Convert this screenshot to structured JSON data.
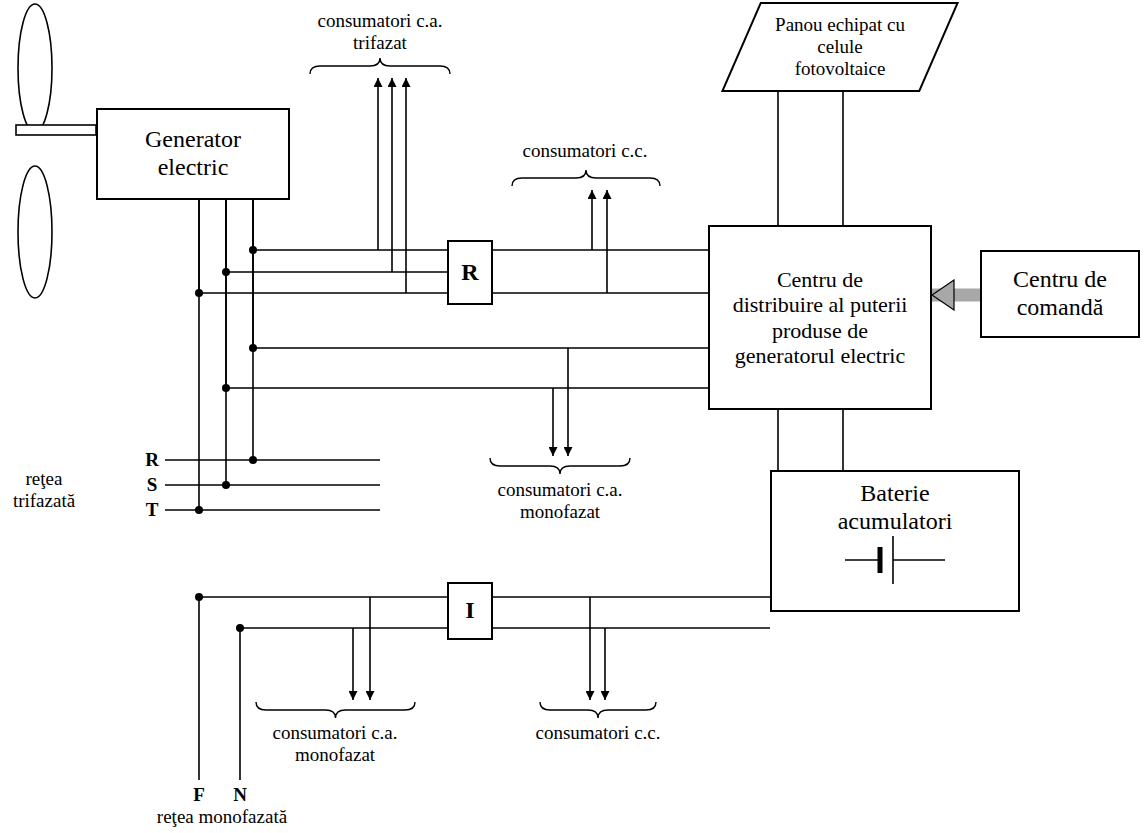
{
  "diagram": {
    "nodes": [
      {
        "text": [
          "Panou echipat cu celule fotovoltaice"
        ]
      },
      {
        "text": [
          "Generator electric"
        ]
      },
      {
        "text": [
          "R"
        ]
      },
      {
        "text": [
          "Centru de distribuire al puterii produse de generatorul electric"
        ]
      },
      {
        "text": [
          "Centru de comandă"
        ]
      },
      {
        "text": [
          "Baterie acumulatori"
        ]
      },
      {
        "text": [
          "I"
        ]
      }
    ],
    "edges": [
      {
        "from": 1,
        "to": 2,
        "arrow": "none"
      },
      {
        "from": 1,
        "to": 2,
        "arrow": "none"
      },
      {
        "from": 1,
        "to": 2,
        "arrow": "none"
      },
      {
        "from": 2,
        "to": 3,
        "arrow": "none"
      },
      {
        "from": 2,
        "to": 3,
        "arrow": "none"
      },
      {
        "from": 1,
        "to": 3,
        "arrow": "none"
      },
      {
        "from": 1,
        "to": 3,
        "arrow": "none"
      },
      {
        "from": 0,
        "to": 3,
        "arrow": "none"
      },
      {
        "from": 0,
        "to": 3,
        "arrow": "none"
      },
      {
        "from": 4,
        "to": 3,
        "arrow": "to"
      },
      {
        "from": 3,
        "to": 5,
        "arrow": "none"
      },
      {
        "from": 3,
        "to": 5,
        "arrow": "none"
      },
      {
        "from": 5,
        "to": 6,
        "arrow": "none"
      },
      {
        "from": 5,
        "to": 6,
        "arrow": "none"
      }
    ],
    "labels": [
      "consumatori c.a. trifazat",
      "consumatori c.c.",
      "consumatori c.a. monofazat",
      "reţea trifazată",
      "R",
      "S",
      "T",
      "consumatori c.a. monofazat",
      "consumatori c.c.",
      "F",
      "N",
      "reţea monofazată"
    ]
  }
}
